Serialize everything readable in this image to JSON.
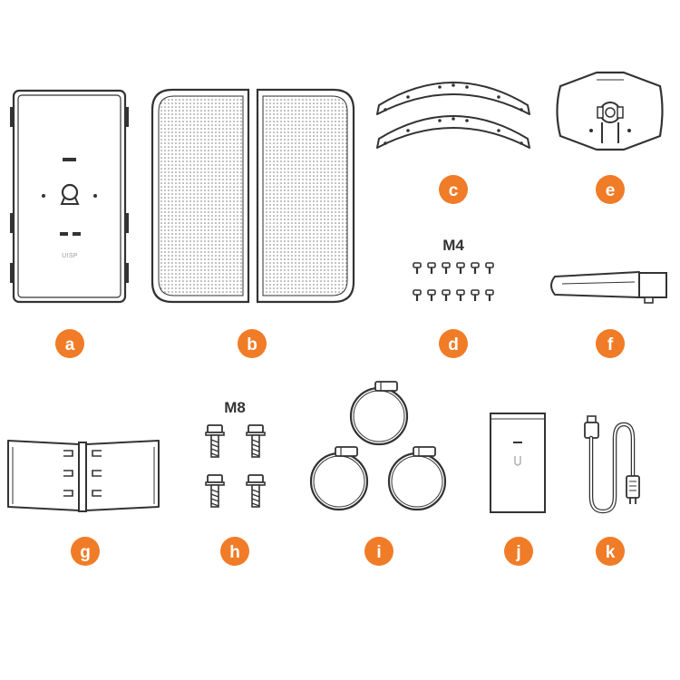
{
  "colors": {
    "accent": "#f07c28",
    "stroke": "#333333",
    "background": "#ffffff"
  },
  "labels": {
    "a": "a",
    "b": "b",
    "c": "c",
    "d": "d",
    "e": "e",
    "f": "f",
    "g": "g",
    "h": "h",
    "i": "i",
    "j": "j",
    "k": "k"
  },
  "sizes": {
    "m4": "M4",
    "m8": "M8"
  },
  "logo": "UISP",
  "icons": {
    "a": "antenna-housing-icon",
    "b": "radome-panels-icon",
    "c": "mounting-rails-icon",
    "d": "m4-screws-icon",
    "e": "pole-mount-bracket-icon",
    "f": "alignment-arm-icon",
    "g": "hinge-bracket-icon",
    "h": "m8-bolts-icon",
    "i": "hose-clamps-icon",
    "j": "poe-adapter-icon",
    "k": "power-cord-icon"
  }
}
